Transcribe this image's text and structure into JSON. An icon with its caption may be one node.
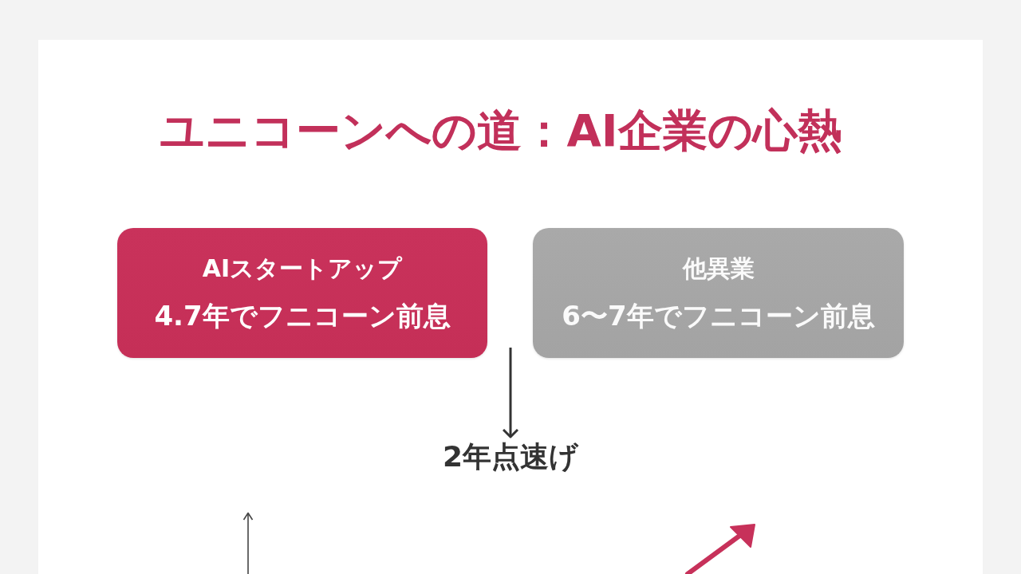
{
  "diagram": {
    "title": "ユニコーンへの道：AI企業の心熱",
    "nodes": [
      {
        "text": [
          "AIスタートアップ",
          "4.7年でフニコーン前息"
        ]
      },
      {
        "text": [
          "他異業",
          "6〜7年でフニコーン前息"
        ]
      },
      {
        "text": [
          "2年点速げ"
        ]
      }
    ],
    "edges": [
      {
        "from": null,
        "to": 2,
        "arrow": "to"
      }
    ]
  }
}
